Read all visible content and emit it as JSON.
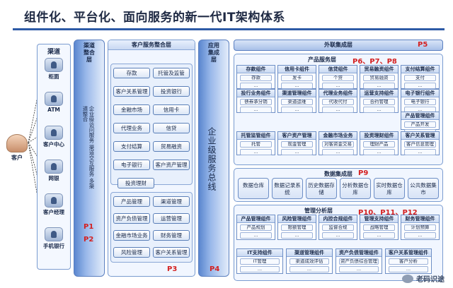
{
  "title": "组件化、平台化、面向服务的新一代IT架构体系",
  "customer": {
    "label": "客户",
    "icon": "person-icon"
  },
  "channels": {
    "title": "渠道",
    "items": [
      {
        "label": "柜面",
        "icon": "counter-icon"
      },
      {
        "label": "ATM",
        "icon": "atm-icon"
      },
      {
        "label": "客户中心",
        "icon": "call-center-icon"
      },
      {
        "label": "网银",
        "icon": "online-bank-icon"
      },
      {
        "label": "客户经理",
        "icon": "manager-icon"
      },
      {
        "label": "手机银行",
        "icon": "mobile-icon"
      }
    ]
  },
  "channel_integration": {
    "title": "渠道整合层",
    "vertical_text": "企业级访问服务 渠道交互服务 多渠道整合",
    "p_labels": [
      "P1",
      "P2"
    ]
  },
  "customer_service_integration": {
    "title": "客户服务整合层",
    "group1": [
      "存款",
      "托管及监管",
      "客户关系管理",
      "投资银行",
      "金融市场",
      "信用卡",
      "代理业务",
      "信贷",
      "支付结算",
      "贸易融资",
      "电子银行",
      "客户资产管理",
      "投资理财"
    ],
    "group2": [
      "产品管理",
      "渠道管理",
      "资产负债管理",
      "运营管理",
      "金融市场业务",
      "财务管理",
      "风险管理",
      "客户关系管理"
    ],
    "p_label": "P3"
  },
  "application_integration": {
    "title": "应用集成层",
    "vertical_text": "企业级服务总线",
    "p_label": "P4"
  },
  "external_integration": {
    "title": "外联集成层",
    "p_label": "P5"
  },
  "product_service": {
    "title": "产品服务层",
    "p_label": "P6、P7、P8",
    "groups": [
      {
        "title": "存款组件",
        "items": [
          "存款",
          "..."
        ]
      },
      {
        "title": "信用卡组件",
        "items": [
          "发卡",
          "..."
        ]
      },
      {
        "title": "信贷组件",
        "items": [
          "个贷",
          "..."
        ]
      },
      {
        "title": "贸易融资组件",
        "items": [
          "贸易融资",
          "..."
        ]
      },
      {
        "title": "支付结算组件",
        "items": [
          "支付",
          "..."
        ]
      },
      {
        "title": "投行业务组件",
        "items": [
          "债券承分销",
          "..."
        ]
      },
      {
        "title": "渠道管理组件",
        "items": [
          "渠道运维",
          "..."
        ]
      },
      {
        "title": "代理业务组件",
        "items": [
          "代收代付",
          "..."
        ]
      },
      {
        "title": "运营支持组件",
        "items": [
          "合约管理",
          "..."
        ]
      },
      {
        "title": "电子银行组件",
        "items": [
          "电子银行",
          "..."
        ]
      },
      {
        "title": "托管监管组件",
        "items": [
          "托管",
          "..."
        ]
      },
      {
        "title": "客户资产管理",
        "items": [
          "现金管理",
          "..."
        ]
      },
      {
        "title": "金融市场业务",
        "items": [
          "对客资金交易",
          "..."
        ]
      },
      {
        "title": "投资理财组件",
        "items": [
          "理财产品",
          "..."
        ]
      },
      {
        "title": "产品管理组件",
        "items": [
          "产品开发",
          "..."
        ]
      },
      {
        "title": "客户关系管理",
        "items": [
          "客户信息管理",
          "..."
        ]
      }
    ]
  },
  "data_integration": {
    "title": "数据集成层",
    "p_label": "P9",
    "items": [
      "数据仓库",
      "数据记录系统",
      "历史数据存储",
      "分析数据仓库",
      "实时数据仓库",
      "公共数据集市"
    ]
  },
  "management_analysis": {
    "title": "管理分析层",
    "p_label": "P10、P11、P12",
    "groups": [
      {
        "title": "产品管理组件",
        "items": [
          "产品规划",
          "..."
        ]
      },
      {
        "title": "风险管理组件",
        "items": [
          "限额管理",
          "..."
        ]
      },
      {
        "title": "内控合规组件",
        "items": [
          "监督合规",
          "..."
        ]
      },
      {
        "title": "管理支持组件",
        "items": [
          "战略管理",
          "..."
        ]
      },
      {
        "title": "财务管理组件",
        "items": [
          "计划预算",
          "..."
        ]
      },
      {
        "title": "IT支持组件",
        "items": [
          "IT管理",
          "..."
        ]
      },
      {
        "title": "渠道管理组件",
        "items": [
          "渠道成效评估",
          "..."
        ]
      },
      {
        "title": "资产负债管理组件",
        "items": [
          "资产负债综合管理",
          "..."
        ]
      },
      {
        "title": "客户关系管理组件",
        "items": [
          "客户分析",
          "..."
        ]
      }
    ]
  },
  "watermark": {
    "text": "老码识途",
    "icon": "wechat-icon"
  }
}
